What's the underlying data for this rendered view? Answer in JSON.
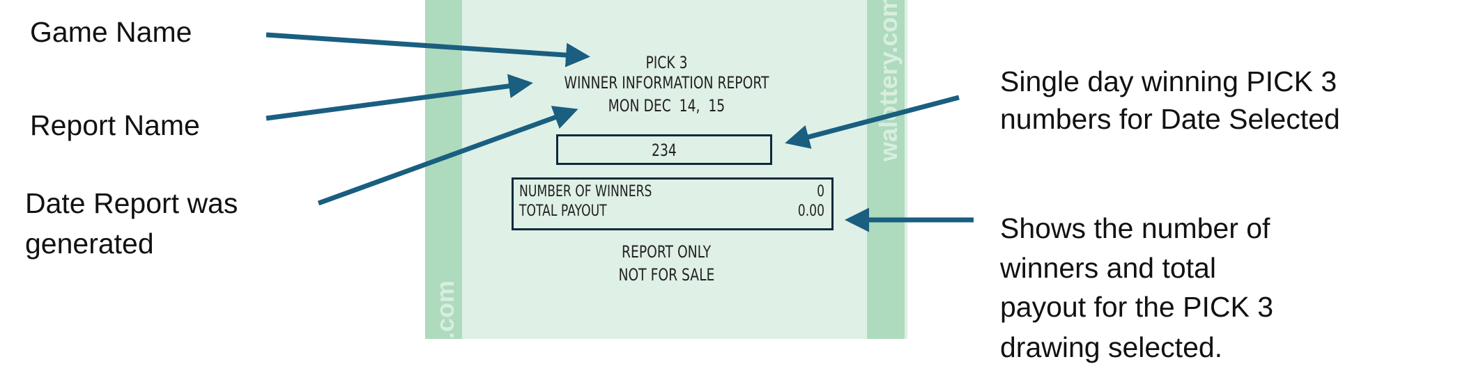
{
  "callouts": {
    "game_name": "Game Name",
    "report_name": "Report Name",
    "date_report": [
      "Date Report was",
      "generated"
    ],
    "winning_numbers": [
      "Single day winning PICK 3",
      "numbers for Date Selected"
    ],
    "winners_payout": [
      "Shows the number of",
      "winners and total",
      "payout for the PICK 3",
      "drawing selected."
    ]
  },
  "ticket": {
    "game": "PICK 3",
    "report": "WINNER INFORMATION REPORT",
    "date": "MON DEC  14,  15",
    "winning_number": "234",
    "rows": [
      {
        "label": "NUMBER OF WINNERS",
        "value": "0"
      },
      {
        "label": "TOTAL PAYOUT",
        "value": "0.00"
      }
    ],
    "footer": [
      "REPORT ONLY",
      "NOT FOR SALE"
    ],
    "watermark_right": "walottery.com",
    "watermark_left": ".com"
  },
  "colors": {
    "arrow": "#1a5e80",
    "ticket_bg": "#dff0e6",
    "stripe": "#aedabd"
  }
}
